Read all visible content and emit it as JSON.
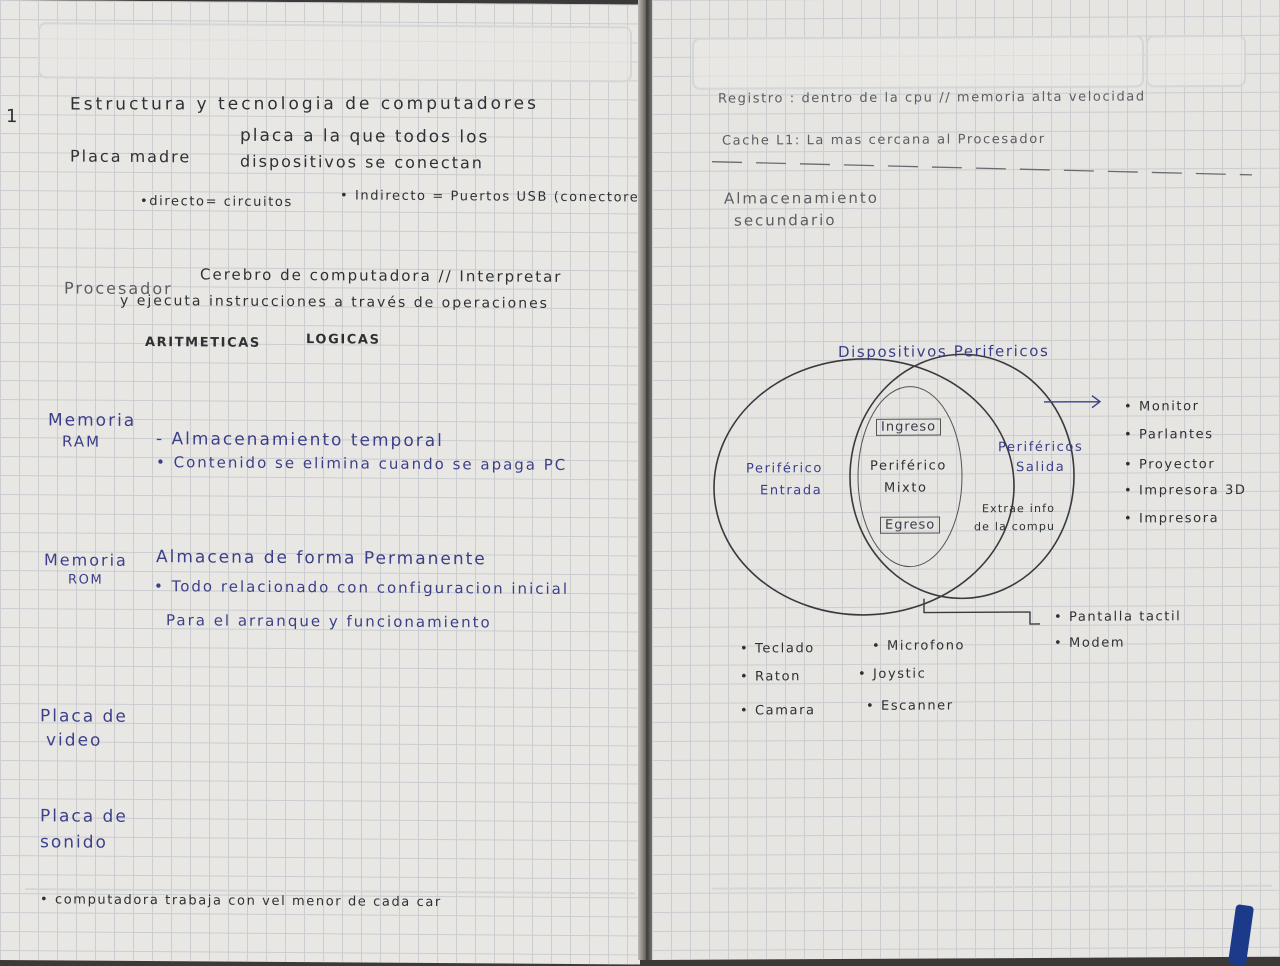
{
  "left": {
    "number": "1",
    "l_title": "Estructura y tecnologia de computadores",
    "l_placa_madre": "Placa madre",
    "l_placa_madre_desc1": "placa a la que todos los",
    "l_placa_madre_desc2": "dispositivos se conectan",
    "l_directo": "•directo= circuitos",
    "l_indirecto": "• Indirecto = Puertos USB (conectores)",
    "l_procesador": "Procesador",
    "l_procesador_desc1": "Cerebro de computadora // Interpretar",
    "l_procesador_desc2": "y ejecuta instrucciones a través de operaciones",
    "l_aritmeticas": "ARITMETICAS",
    "l_logicas": "LOGICAS",
    "l_memoria_ram": "Memoria",
    "l_ram": "RAM",
    "l_ram_1": "- Almacenamiento temporal",
    "l_ram_2": "• Contenido se elimina cuando se apaga PC",
    "l_memoria_rom": "Memoria",
    "l_rom": "ROM",
    "l_rom_1": "Almacena de forma Permanente",
    "l_rom_2": "• Todo relacionado con configuracion inicial",
    "l_rom_3": "Para el arranque y funcionamiento",
    "l_placa_video1": "Placa de",
    "l_placa_video2": "video",
    "l_placa_sonido1": "Placa de",
    "l_placa_sonido2": "sonido",
    "l_footer": "• computadora trabaja con vel menor de cada car"
  },
  "right": {
    "r_registro": "Registro : dentro de la cpu // memoria alta velocidad",
    "r_cache": "Cache L1: La mas cercana al Procesador",
    "r_almacenamiento1": "Almacenamiento",
    "r_almacenamiento2": "secundario",
    "r_dispositivos": "Dispositivos Perifericos",
    "r_entrada1": "Periférico",
    "r_entrada2": "Entrada",
    "r_mixto1": "Periférico",
    "r_mixto2": "Mixto",
    "r_ingreso": "Ingreso",
    "r_egreso": "Egreso",
    "r_salida1": "Periféricos",
    "r_salida2": "Salida",
    "r_extrae1": "Extrae info",
    "r_extrae2": "de la compu",
    "r_monitor": "• Monitor",
    "r_parlantes": "• Parlantes",
    "r_proyector": "• Proyector",
    "r_impresora3d": "• Impresora 3D",
    "r_impresora": "• Impresora",
    "r_pantalla": "• Pantalla tactil",
    "r_modem": "• Modem",
    "r_teclado": "• Teclado",
    "r_raton": "• Raton",
    "r_camara": "• Camara",
    "r_microfono": "• Microfono",
    "r_joystick": "• Joystic",
    "r_escanner": "• Escanner"
  },
  "colors": {
    "paper": "#e9e7e4",
    "grid": "#c9cdd0",
    "ink_blue": "#3b3f8a",
    "pencil": "#5c5d62"
  }
}
